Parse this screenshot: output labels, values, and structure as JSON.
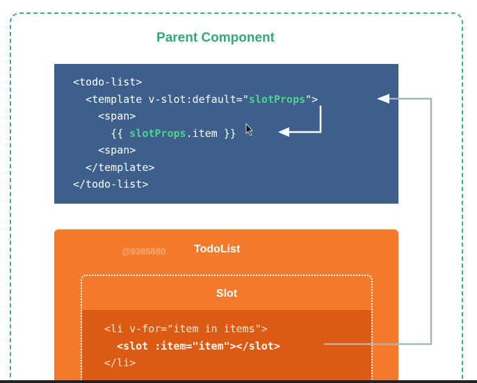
{
  "parent": {
    "title": "Parent Component"
  },
  "parent_code": {
    "line1": "<todo-list>",
    "line2_pre": "  <template v-slot:default=\"",
    "line2_hl": "slotProps",
    "line2_post": "\">",
    "line3": "    <span>",
    "line4_pre": "      {{ ",
    "line4_hl": "slotProps",
    "line4_post": ".item }}",
    "line5": "    <span>",
    "line6": "  </template>",
    "line7": "</todo-list>"
  },
  "todolist": {
    "title": "TodoList",
    "watermark": "@9385880"
  },
  "slot": {
    "title": "Slot",
    "line1": "<li v-for=\"item in items\">",
    "line2": "  <slot :item=\"item\"></slot>",
    "line3": "</li>"
  },
  "colors": {
    "frame_border": "#3bb17a",
    "title_green": "#35a874",
    "code_bg": "#3c5f8c",
    "highlight_green": "#4fd38f",
    "todo_bg": "#f47a2c",
    "slot_inner_bg": "#dd5a12",
    "connector": "#a9b3bf"
  }
}
